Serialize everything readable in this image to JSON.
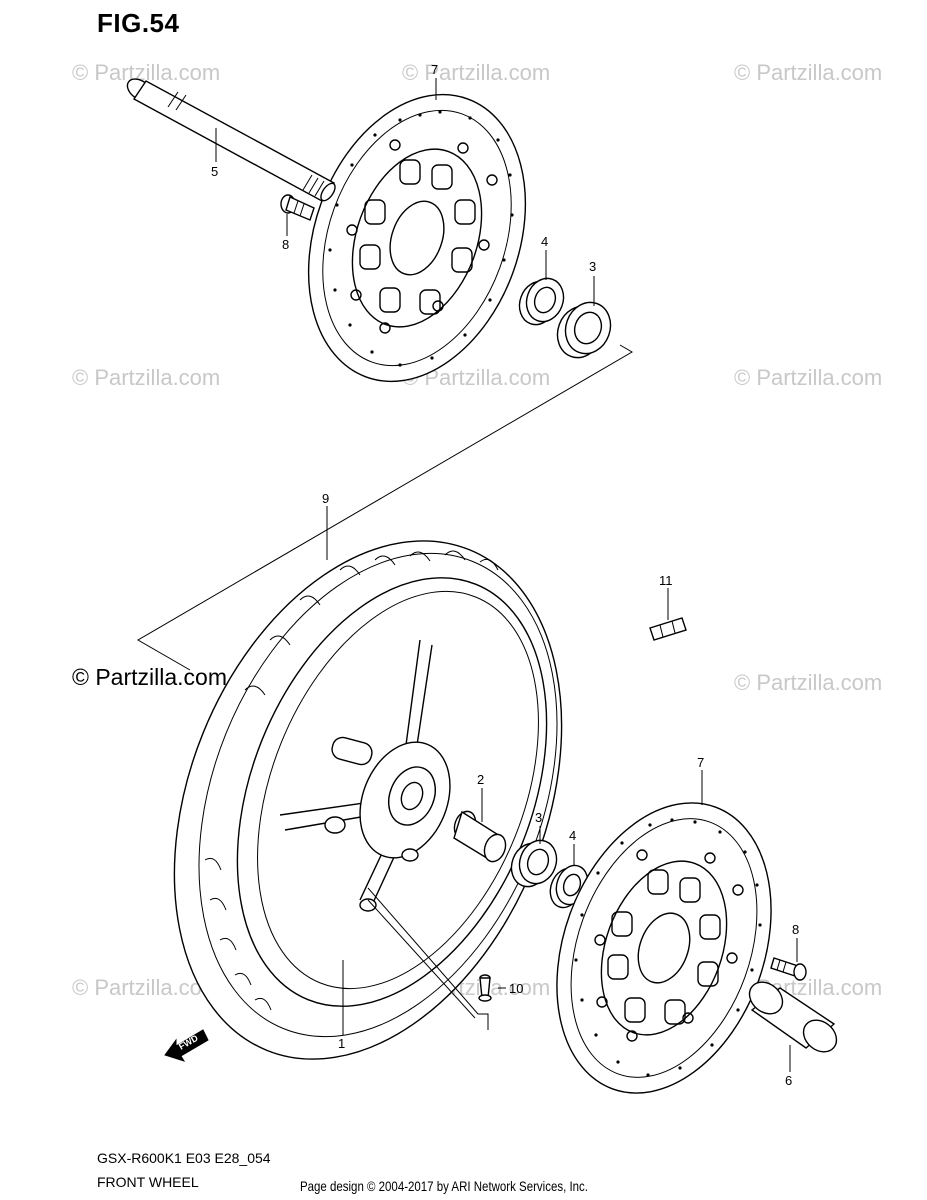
{
  "figure": {
    "title": "FIG.54"
  },
  "footer": {
    "model_code": "GSX-R600K1 E03 E28_054",
    "section_name": "FRONT WHEEL",
    "page_credit": "Page design © 2004-2017 by ARI Network Services, Inc."
  },
  "brand": {
    "copyright": "© Partzilla.com",
    "watermark": "© Partzilla.com"
  },
  "icons": {
    "direction_arrow": "FWD"
  },
  "callouts": [
    "7",
    "5",
    "8",
    "4",
    "3",
    "9",
    "11",
    "2",
    "3",
    "4",
    "7",
    "8",
    "10",
    "1",
    "6"
  ]
}
